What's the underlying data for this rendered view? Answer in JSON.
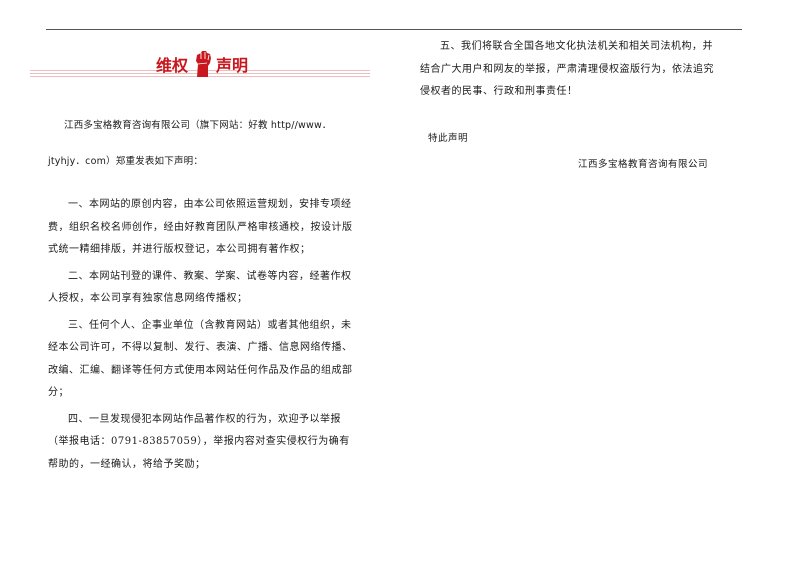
{
  "banner": {
    "part1": "维权",
    "part2": "声明",
    "fist_icon_color": "#c8171e"
  },
  "left": {
    "lead": "江西多宝格教育咨询有限公司（旗下网站：好教 http//www．jtyhjy．com）郑重发表如下声明：",
    "p1": "一、本网站的原创内容，由本公司依照运营规划，安排专项经费，组织名校名师创作，经由好教育团队严格审核通校，按设计版式统一精细排版，并进行版权登记，本公司拥有著作权；",
    "p2": "二、本网站刊登的课件、教案、学案、试卷等内容，经著作权人授权，本公司享有独家信息网络传播权；",
    "p3": "三、任何个人、企事业单位（含教育网站）或者其他组织，未经本公司许可，不得以复制、发行、表演、广播、信息网络传播、改编、汇编、翻译等任何方式使用本网站任何作品及作品的组成部分；",
    "p4": "四、一旦发现侵犯本网站作品著作权的行为，欢迎予以举报（举报电话：0791-83857059），举报内容对查实侵权行为确有帮助的，一经确认，将给予奖励；"
  },
  "right": {
    "p5": "五、我们将联合全国各地文化执法机关和相关司法机构，并结合广大用户和网友的举报，严肃清理侵权盗版行为，依法追究侵权者的民事、行政和刑事责任！",
    "special": "特此声明",
    "company": "江西多宝格教育咨询有限公司"
  }
}
